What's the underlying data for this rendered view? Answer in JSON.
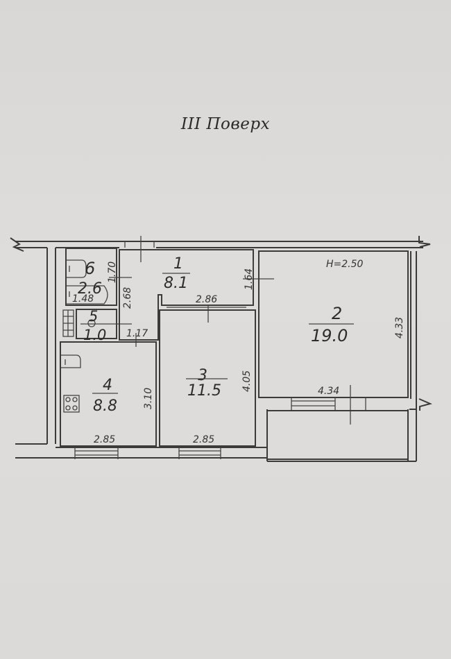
{
  "title": "III Поверх",
  "ceiling_height": "H=2.50",
  "rooms": [
    {
      "number": "1",
      "area": "8.1"
    },
    {
      "number": "2",
      "area": "19.0"
    },
    {
      "number": "3",
      "area": "11.5"
    },
    {
      "number": "4",
      "area": "8.8"
    },
    {
      "number": "5",
      "area": "1.0"
    },
    {
      "number": "6",
      "area": "2.6"
    }
  ],
  "dimensions": {
    "r6_width": "1.48",
    "r6_height": "1.70",
    "r1_left": "2.68",
    "r1_width": "2.86",
    "r1_door": "1.64",
    "r5_width": "1.17",
    "r2_height": "4.33",
    "r2_width": "4.34",
    "r3_height": "4.05",
    "r3_width": "2.85",
    "r4_height": "3.10",
    "r4_width": "2.85"
  }
}
